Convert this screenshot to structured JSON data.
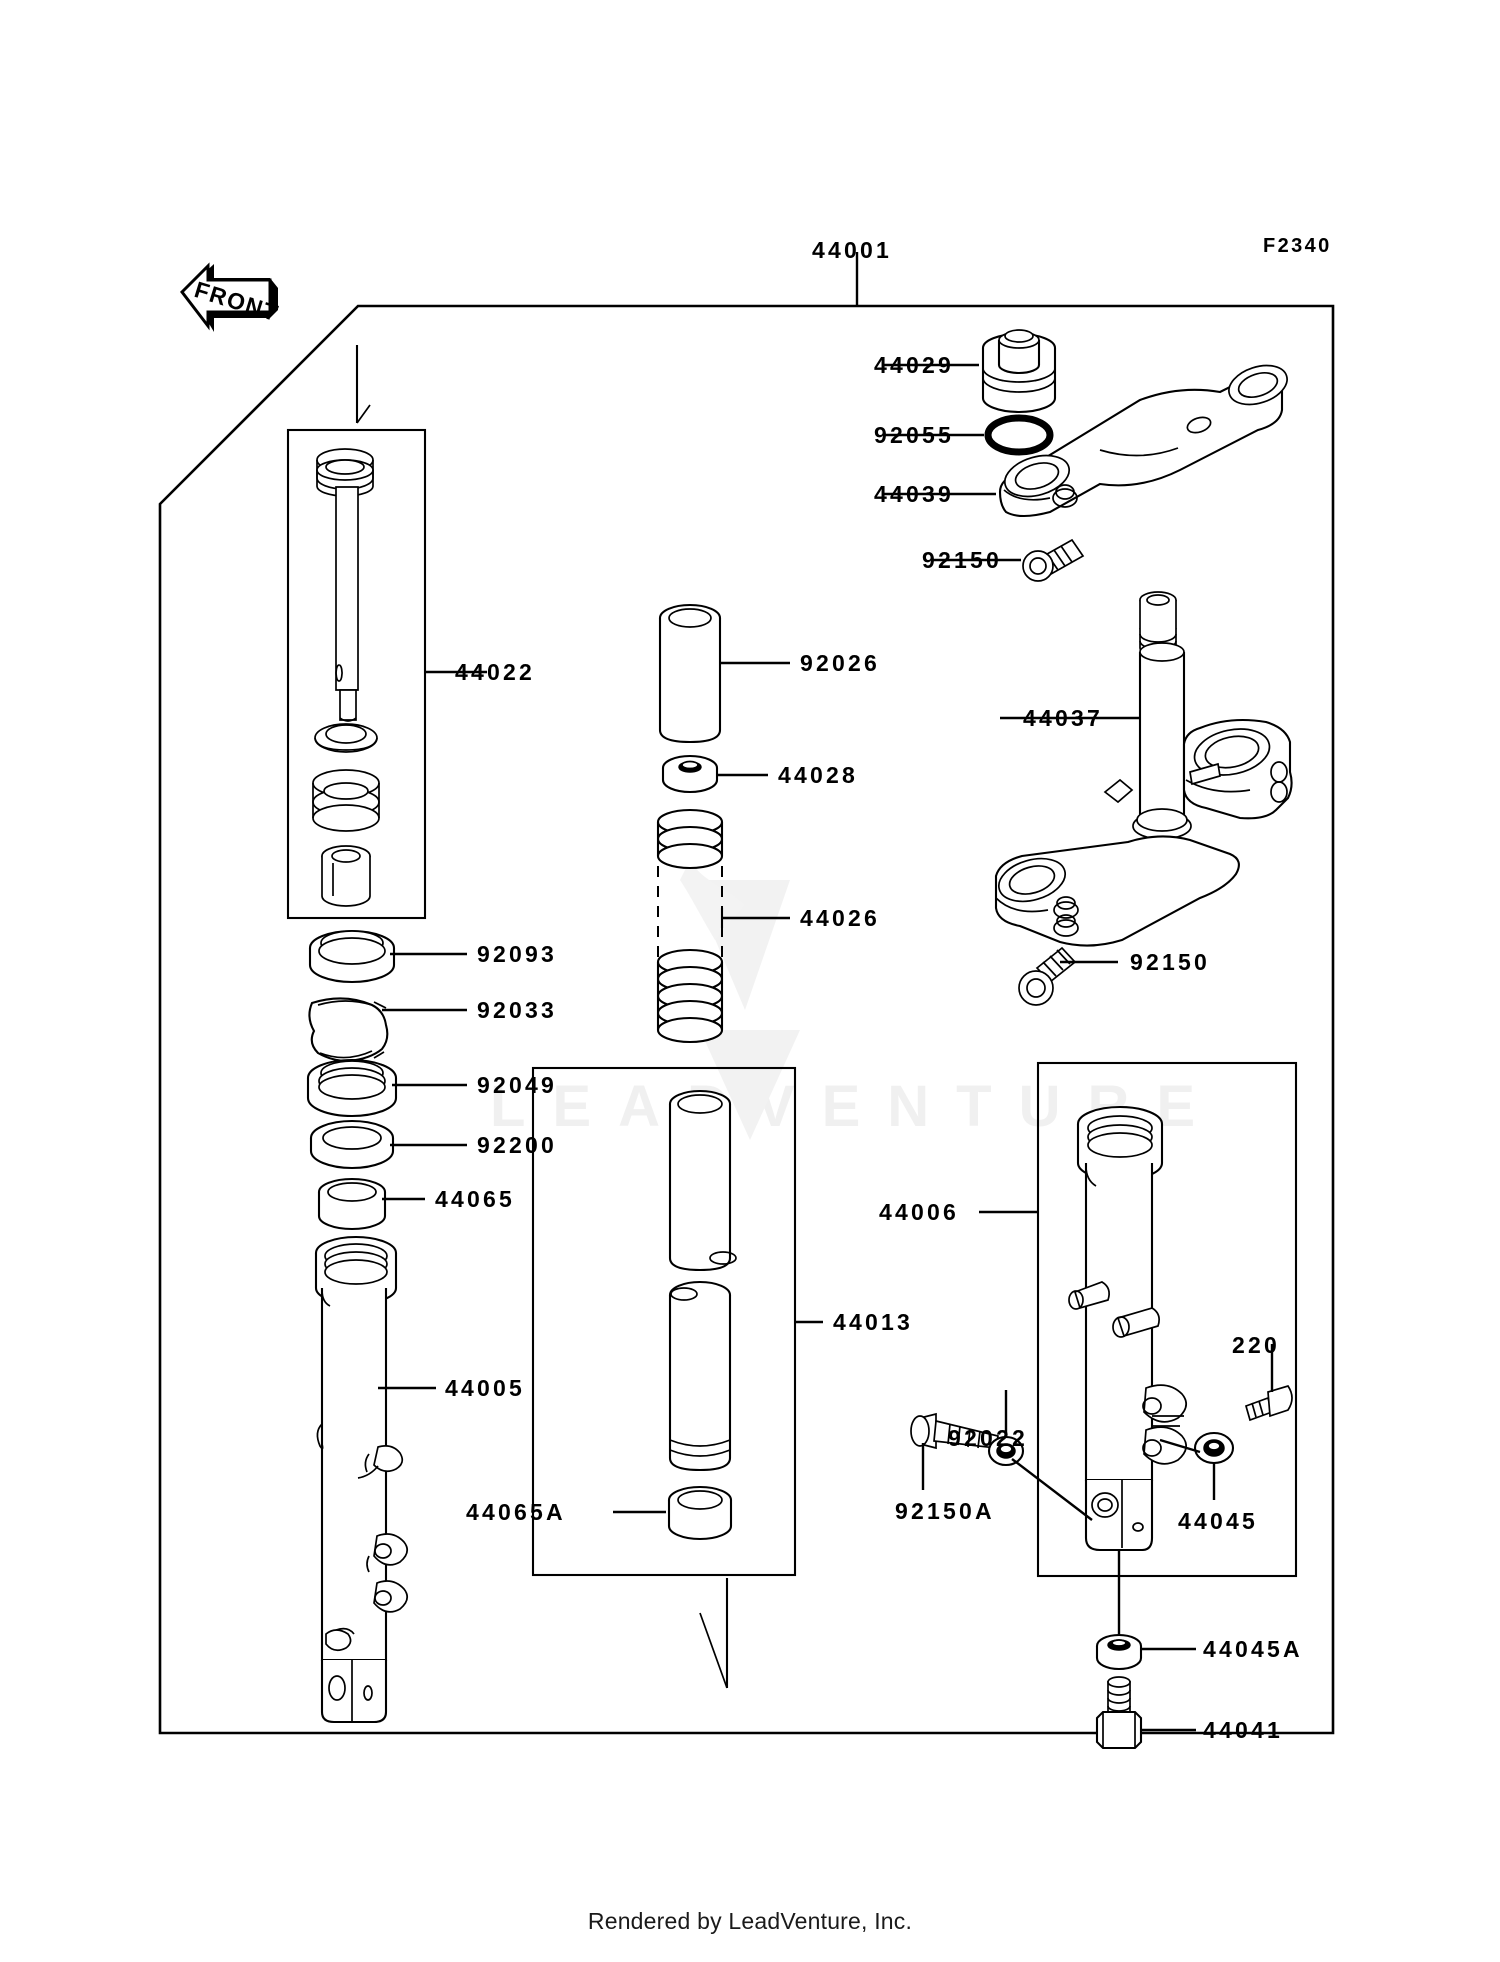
{
  "document": {
    "type": "parts-diagram",
    "figure_code": "F2340",
    "assembly_label": "44001",
    "footer": "Rendered by LeadVenture, Inc.",
    "watermark_text": "LEADVENTURE",
    "orientation_badge": "FRONT",
    "colors": {
      "line": "#000000",
      "background": "#ffffff",
      "watermark": "#f0f0f0"
    }
  },
  "parts": {
    "assembly": {
      "number": "44001",
      "name": "front-fork-assembly"
    },
    "figure": {
      "code": "F2340"
    },
    "upper_right": [
      {
        "number": "44029",
        "name": "fork-cap-bolt"
      },
      {
        "number": "92055",
        "name": "o-ring"
      },
      {
        "number": "44039",
        "name": "upper-fork-clamp"
      },
      {
        "number": "92150",
        "name": "bolt-upper-clamp"
      },
      {
        "number": "44037",
        "name": "steering-stem-lower-bracket"
      },
      {
        "number": "92150",
        "name": "bolt-lower-clamp"
      }
    ],
    "left_column": [
      {
        "number": "44022",
        "name": "damper-rod-group"
      },
      {
        "number": "92093",
        "name": "seal-bushing"
      },
      {
        "number": "92033",
        "name": "snap-ring"
      },
      {
        "number": "92049",
        "name": "oil-seal"
      },
      {
        "number": "92200",
        "name": "washer"
      },
      {
        "number": "44065",
        "name": "guide-bushing"
      },
      {
        "number": "44005",
        "name": "outer-tube"
      }
    ],
    "middle_column": [
      {
        "number": "92026",
        "name": "spacer-collar"
      },
      {
        "number": "44028",
        "name": "spring-seat-washer"
      },
      {
        "number": "44026",
        "name": "fork-spring"
      },
      {
        "number": "44013",
        "name": "inner-tube-group"
      },
      {
        "number": "44065A",
        "name": "slide-bushing"
      }
    ],
    "right_column": [
      {
        "number": "44006",
        "name": "fork-outer-tube-group"
      },
      {
        "number": "92022",
        "name": "washer-axle-clamp"
      },
      {
        "number": "92150A",
        "name": "bolt-axle-clamp"
      },
      {
        "number": "220",
        "name": "screw"
      },
      {
        "number": "44045",
        "name": "washer-drain"
      },
      {
        "number": "44045A",
        "name": "washer-bottom"
      },
      {
        "number": "44041",
        "name": "allen-bolt"
      }
    ]
  },
  "labels": {
    "l_44001": "44001",
    "l_F2340": "F2340",
    "l_44029": "44029",
    "l_92055": "92055",
    "l_44039": "44039",
    "l_92150_top": "92150",
    "l_44037": "44037",
    "l_92150_bottom": "92150",
    "l_44022": "44022",
    "l_92026": "92026",
    "l_44028": "44028",
    "l_44026": "44026",
    "l_92093": "92093",
    "l_92033": "92033",
    "l_92049": "92049",
    "l_92200": "92200",
    "l_44065": "44065",
    "l_44005": "44005",
    "l_44013": "44013",
    "l_44065A": "44065A",
    "l_44006": "44006",
    "l_92022": "92022",
    "l_92150A": "92150A",
    "l_220": "220",
    "l_44045": "44045",
    "l_44045A": "44045A",
    "l_44041": "44041"
  }
}
